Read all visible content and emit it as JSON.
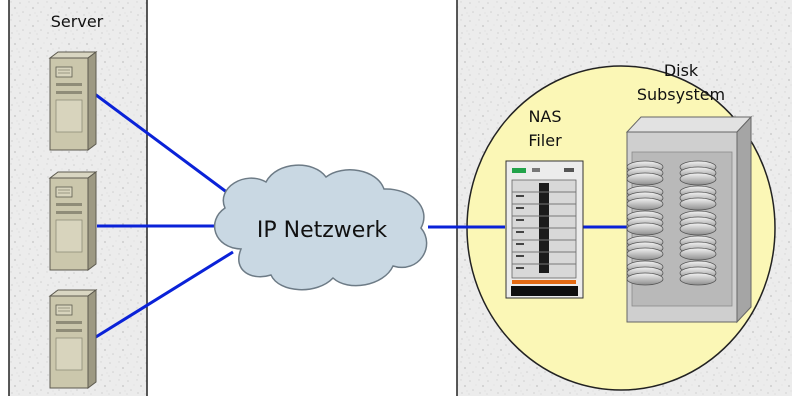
{
  "labels": {
    "server": "Server",
    "network": "IP Netzwerk",
    "nas_line1": "NAS",
    "nas_line2": "Filer",
    "disk_line1": "Disk",
    "disk_line2": "Subsystem"
  },
  "colors": {
    "panel_fill": "#ececec",
    "panel_speckle": "#c8c8c8",
    "panel_border": "#222222",
    "link_line": "#0a22d8",
    "cloud_fill": "#c9d8e3",
    "cloud_stroke": "#6d7b86",
    "ellipse_fill": "#fbf7b6",
    "ellipse_stroke": "#222222",
    "server_body": "#c8c4a8",
    "server_front": "#d8d4bd",
    "server_shadow": "#8f8c78",
    "disk_box": "#cfcfcf",
    "disk_box_dark": "#9a9a9a",
    "filer_rack": "#e8e8e8",
    "filer_green": "#22a34a",
    "filer_orange": "#e46b14"
  },
  "icons": {
    "server": "server-tower-icon",
    "network": "cloud-icon",
    "filer": "nas-filer-icon",
    "disk": "disk-stack-icon"
  }
}
